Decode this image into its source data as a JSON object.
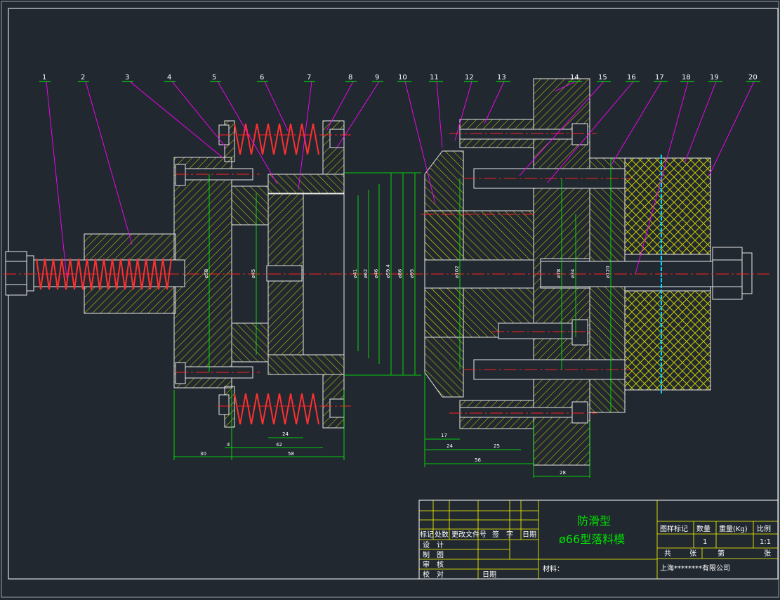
{
  "balloons": [
    "1",
    "2",
    "3",
    "4",
    "5",
    "6",
    "7",
    "8",
    "9",
    "10",
    "11",
    "12",
    "13",
    "14",
    "15",
    "16",
    "17",
    "18",
    "19",
    "20"
  ],
  "dimensions": {
    "d1": "30",
    "d2": "4",
    "d3": "42",
    "d4": "24",
    "d5": "58",
    "d6": "17",
    "d7": "24",
    "d8": "25",
    "d9": "56",
    "d10": "28",
    "v1": "ø58",
    "v2": "ø45",
    "v3": "ø41",
    "v4": "ø62",
    "v5": "ø46",
    "v6": "ø59.4",
    "v7": "ø86",
    "v8": "ø95",
    "v9": "ø102",
    "v10": "ø78",
    "v11": "ø34",
    "v12": "ø120"
  },
  "title_block": {
    "title_line1": "防滑型",
    "title_line2": "ø66型落料模",
    "col_mark": "标记",
    "col_count": "处数",
    "col_change_doc": "更改文件号",
    "col_sign": "签　字",
    "col_date": "日期",
    "row_design": "设　计",
    "row_draw": "制　图",
    "row_review": "审　核",
    "row_check": "校　对",
    "date_label": "日期",
    "material_label": "材料：",
    "h_sample": "图样标记",
    "h_qty": "数量",
    "h_weight": "重量(Kg)",
    "h_scale": "比例",
    "qty_value": "1",
    "scale_value": "1:1",
    "sheet_total": "共",
    "sheet_unit": "张",
    "sheet_no": "第",
    "sheet_unit2": "张",
    "company": "上海********有限公司"
  },
  "colors": {
    "background": "#212830",
    "outline": "#e8e8e8",
    "part_line": "#ffffff",
    "hatch": "#c8c800",
    "leader": "#ff00ff",
    "center": "#ff2020",
    "dimension": "#00ff00",
    "title_text": "#00e000"
  }
}
